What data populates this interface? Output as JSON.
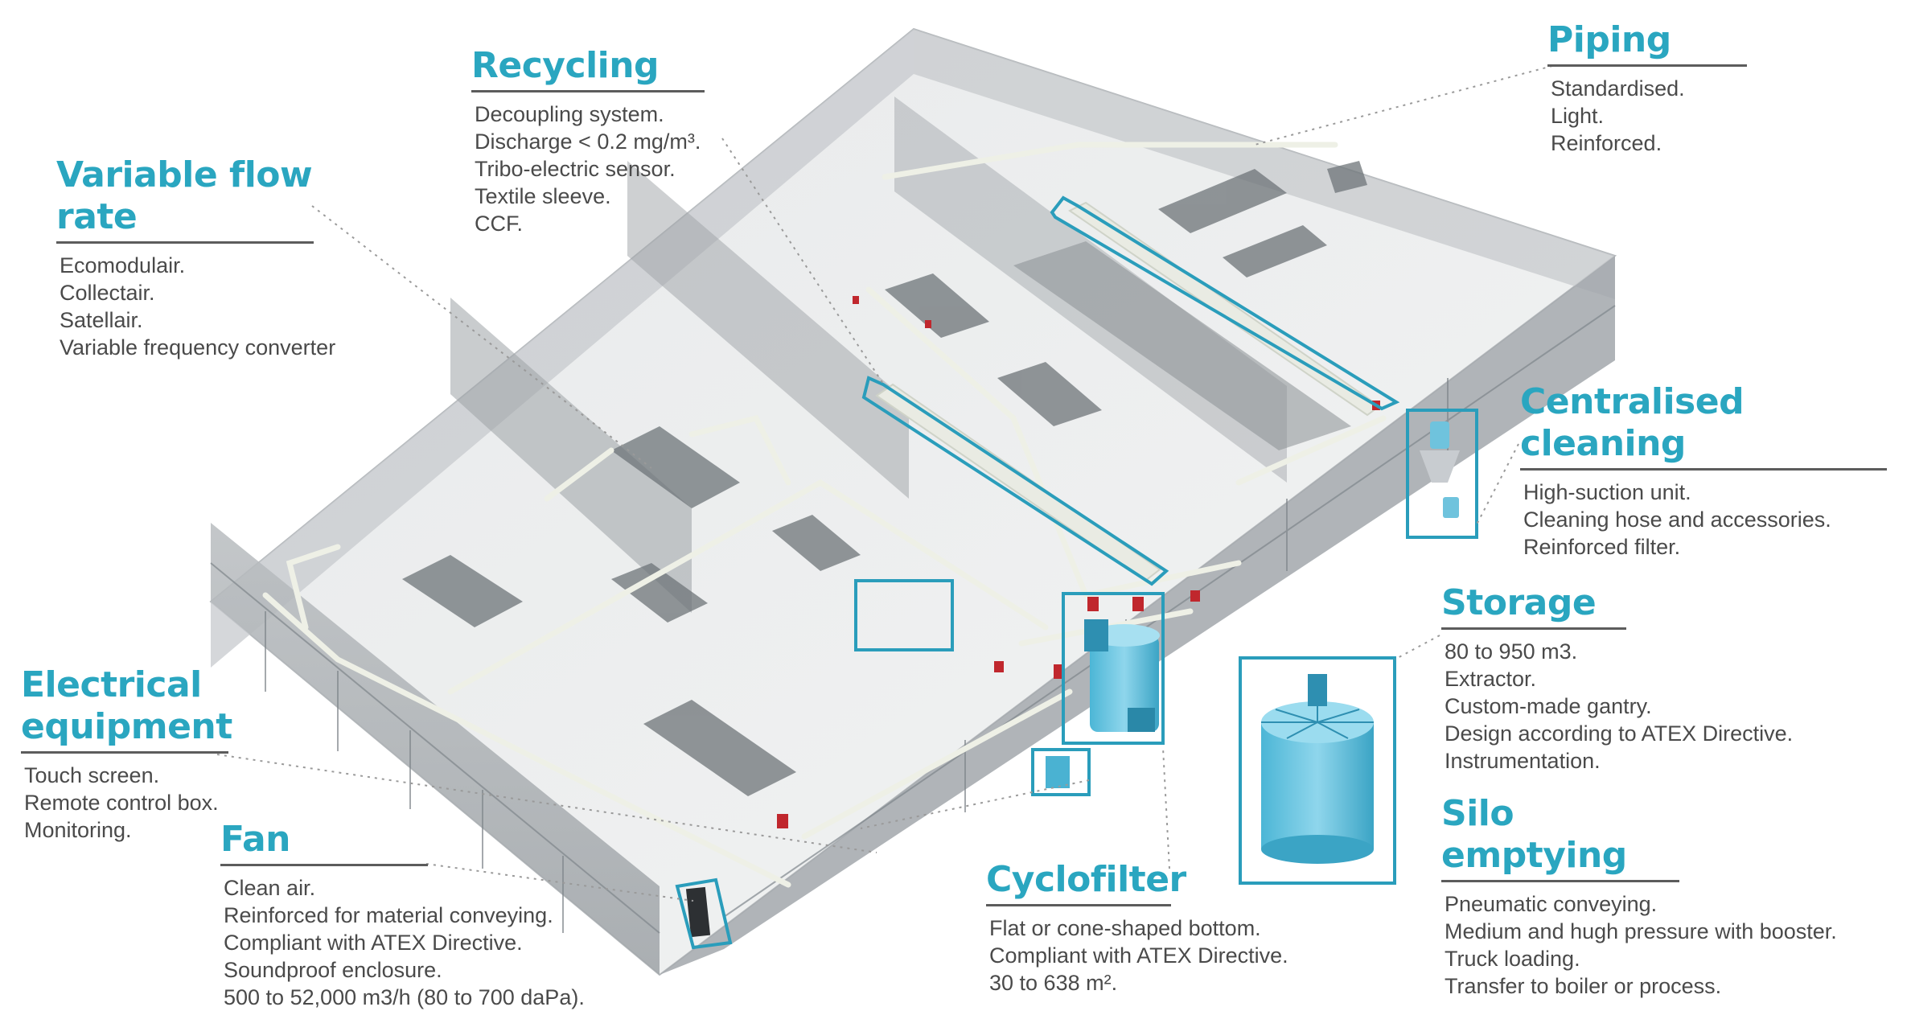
{
  "colors": {
    "accent": "#2aa6c0",
    "rule": "#5c5c5c",
    "text": "#4a4a4a",
    "building": "#a9aeb2",
    "highlight": "#2a9dbb"
  },
  "callouts": {
    "recycling": {
      "title": "Recycling",
      "lines": [
        "Decoupling system.",
        "Discharge < 0.2 mg/m³.",
        "Tribo-electric sensor.",
        "Textile sleeve.",
        "CCF."
      ]
    },
    "piping": {
      "title": "Piping",
      "lines": [
        "Standardised.",
        "Light.",
        "Reinforced."
      ]
    },
    "variable_flow": {
      "title": "Variable flow rate",
      "lines": [
        "Ecomodulair.",
        "Collectair.",
        "Satellair.",
        "Variable frequency converter"
      ]
    },
    "centralised": {
      "title": "Centralised cleaning",
      "lines": [
        "High-suction unit.",
        "Cleaning hose and accessories.",
        "Reinforced filter."
      ]
    },
    "storage": {
      "title": "Storage",
      "lines": [
        "80 to 950 m3.",
        "Extractor.",
        "Custom-made gantry.",
        "Design according to ATEX Directive.",
        "Instrumentation."
      ]
    },
    "electrical": {
      "title_line1": "Electrical",
      "title_line2": "equipment",
      "lines": [
        "Touch screen.",
        "Remote control box.",
        "Monitoring."
      ]
    },
    "silo": {
      "title": "Silo emptying",
      "lines": [
        "Pneumatic conveying.",
        "Medium and hugh pressure with booster.",
        "Truck loading.",
        "Transfer to boiler or process."
      ]
    },
    "fan": {
      "title": "Fan",
      "lines": [
        "Clean air.",
        "Reinforced for material conveying.",
        "Compliant with ATEX Directive.",
        "Soundproof enclosure.",
        "500 to 52,000 m3/h (80 to 700 daPa)."
      ]
    },
    "cyclofilter": {
      "title": "Cyclofilter",
      "lines": [
        "Flat or cone-shaped bottom.",
        "Compliant with ATEX Directive.",
        "30 to 638 m²."
      ]
    }
  }
}
